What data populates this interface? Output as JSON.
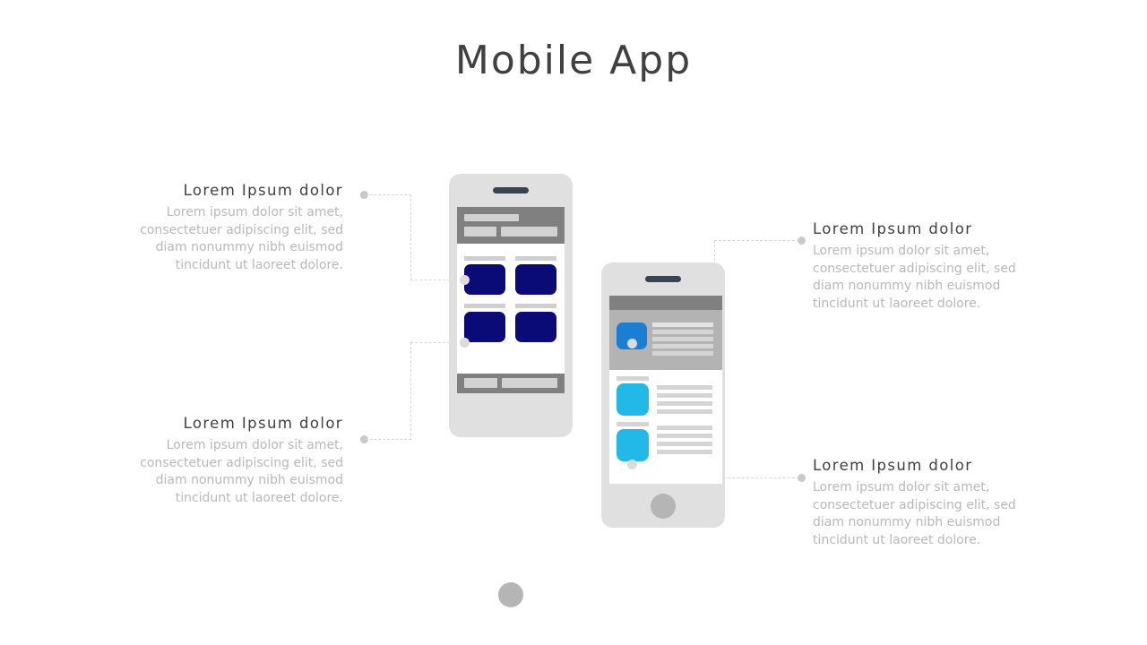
{
  "slide": {
    "title": "Mobile App",
    "background_color": "#ffffff"
  },
  "colors": {
    "title_text": "#404040",
    "callout_heading": "#3f3f3f",
    "callout_body": "#b8b8b8",
    "phone_body": "#e0e0e0",
    "phone_speaker": "#3a4352",
    "phone_home_button": "#b5b5b5",
    "screen_header_gray": "#808080",
    "screen_panel_gray": "#b3b3b3",
    "tile_navy": "#0b0b78",
    "tile_blue": "#1a7fd4",
    "tile_cyan": "#22b9e8",
    "connector_line": "#d6d6d6",
    "connector_dot": "#c9c9c9"
  },
  "callouts": [
    {
      "id": "callout-top-left",
      "align": "right",
      "heading": "Lorem Ipsum dolor",
      "body": "Lorem ipsum dolor sit amet, consectetuer adipiscing elit, sed diam nonummy nibh euismod tincidunt ut laoreet dolore."
    },
    {
      "id": "callout-bottom-left",
      "align": "right",
      "heading": "Lorem Ipsum dolor",
      "body": "Lorem ipsum dolor sit amet, consectetuer adipiscing elit, sed diam nonummy nibh euismod tincidunt ut laoreet dolore."
    },
    {
      "id": "callout-top-right",
      "align": "left",
      "heading": "Lorem Ipsum dolor",
      "body": "Lorem ipsum dolor sit amet, consectetuer adipiscing elit, sed diam nonummy nibh euismod tincidunt ut laoreet dolore."
    },
    {
      "id": "callout-bottom-right",
      "align": "left",
      "heading": "Lorem Ipsum dolor",
      "body": "Lorem ipsum dolor sit amet, consectetuer adipiscing elit, sed diam nonummy nibh euismod tincidunt ut laoreet dolore."
    }
  ],
  "phones": [
    {
      "id": "phone-front-left",
      "screen_layout": "grid",
      "tile_count": 4,
      "tile_color": "#0b0b78",
      "has_header_bar": true,
      "has_footer_bar": true
    },
    {
      "id": "phone-front-right",
      "screen_layout": "list",
      "tile_count": 3,
      "tile_colors": [
        "#1a7fd4",
        "#22b9e8",
        "#22b9e8"
      ],
      "has_header_bar": true,
      "has_footer_bar": false
    }
  ]
}
